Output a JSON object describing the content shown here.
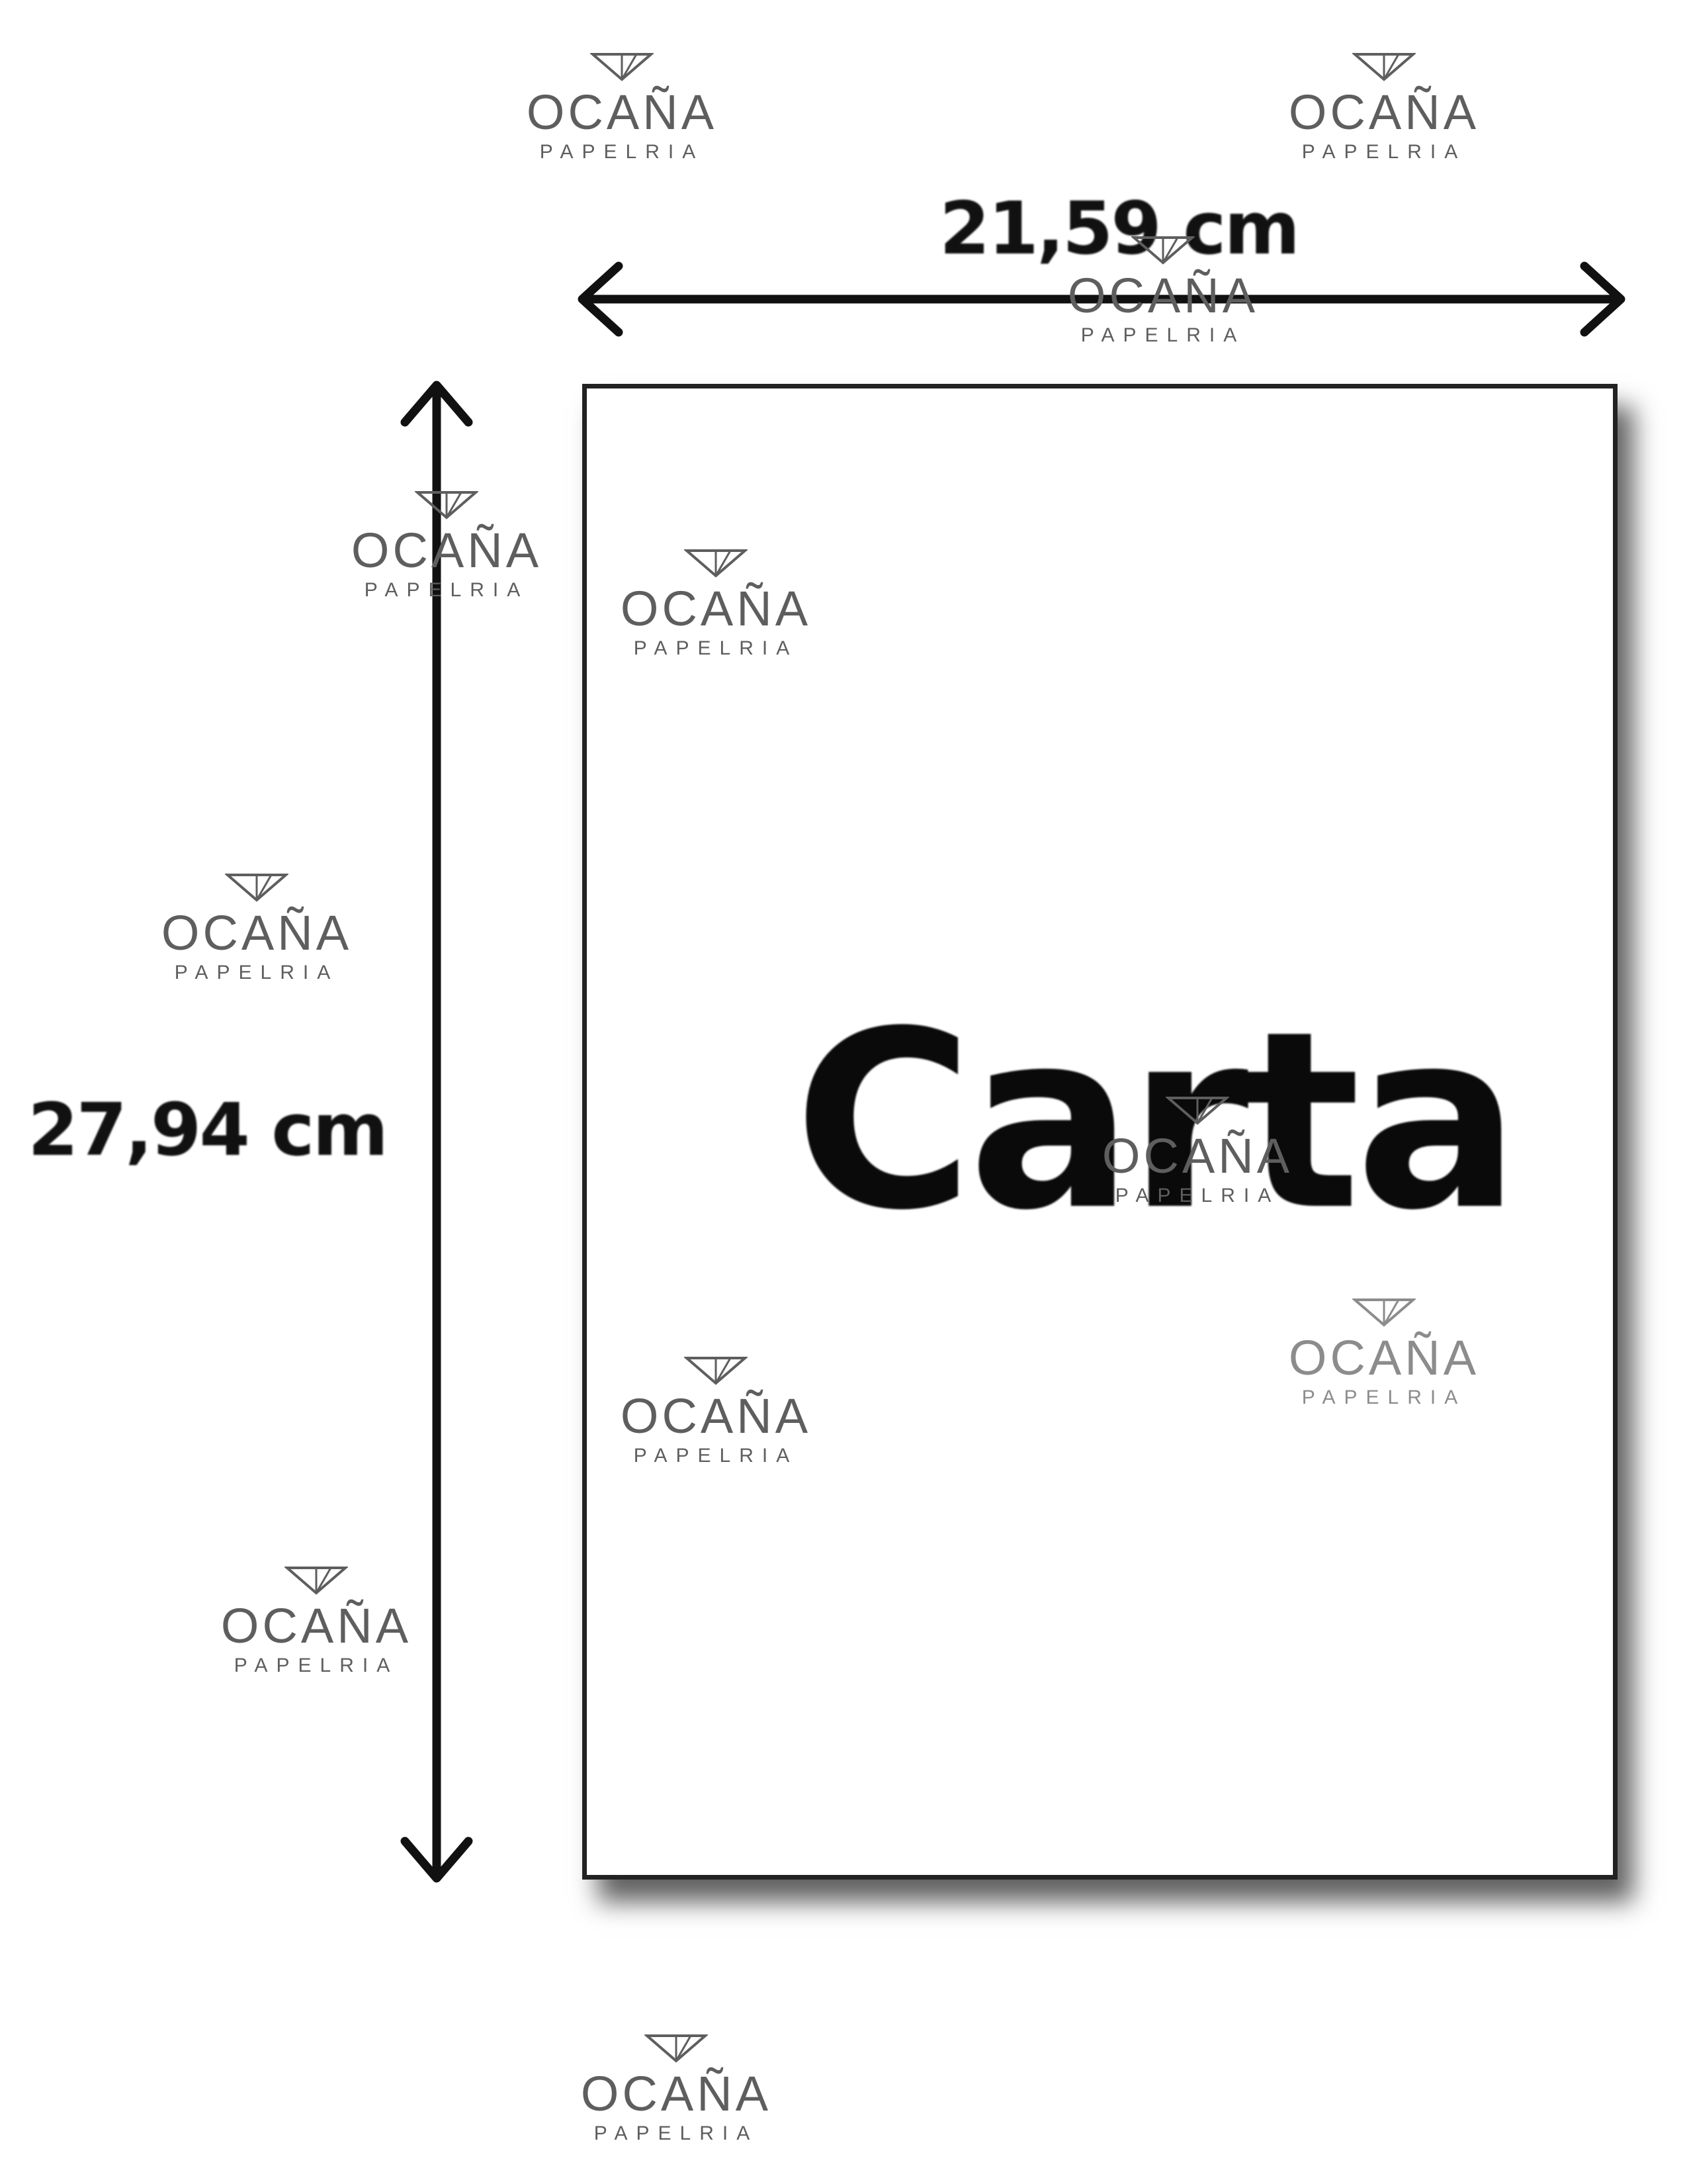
{
  "diagram": {
    "paper_label": "Carta",
    "width_dimension": "21,59 cm",
    "height_dimension": "27,94 cm"
  },
  "watermark": {
    "brand": "OCAÑA",
    "subtitle": "PAPELRIA",
    "icon": "triangle-logo-icon"
  },
  "colors": {
    "ink": "#111111",
    "watermark": "#5e5e5e",
    "sheet_border": "#222222"
  }
}
